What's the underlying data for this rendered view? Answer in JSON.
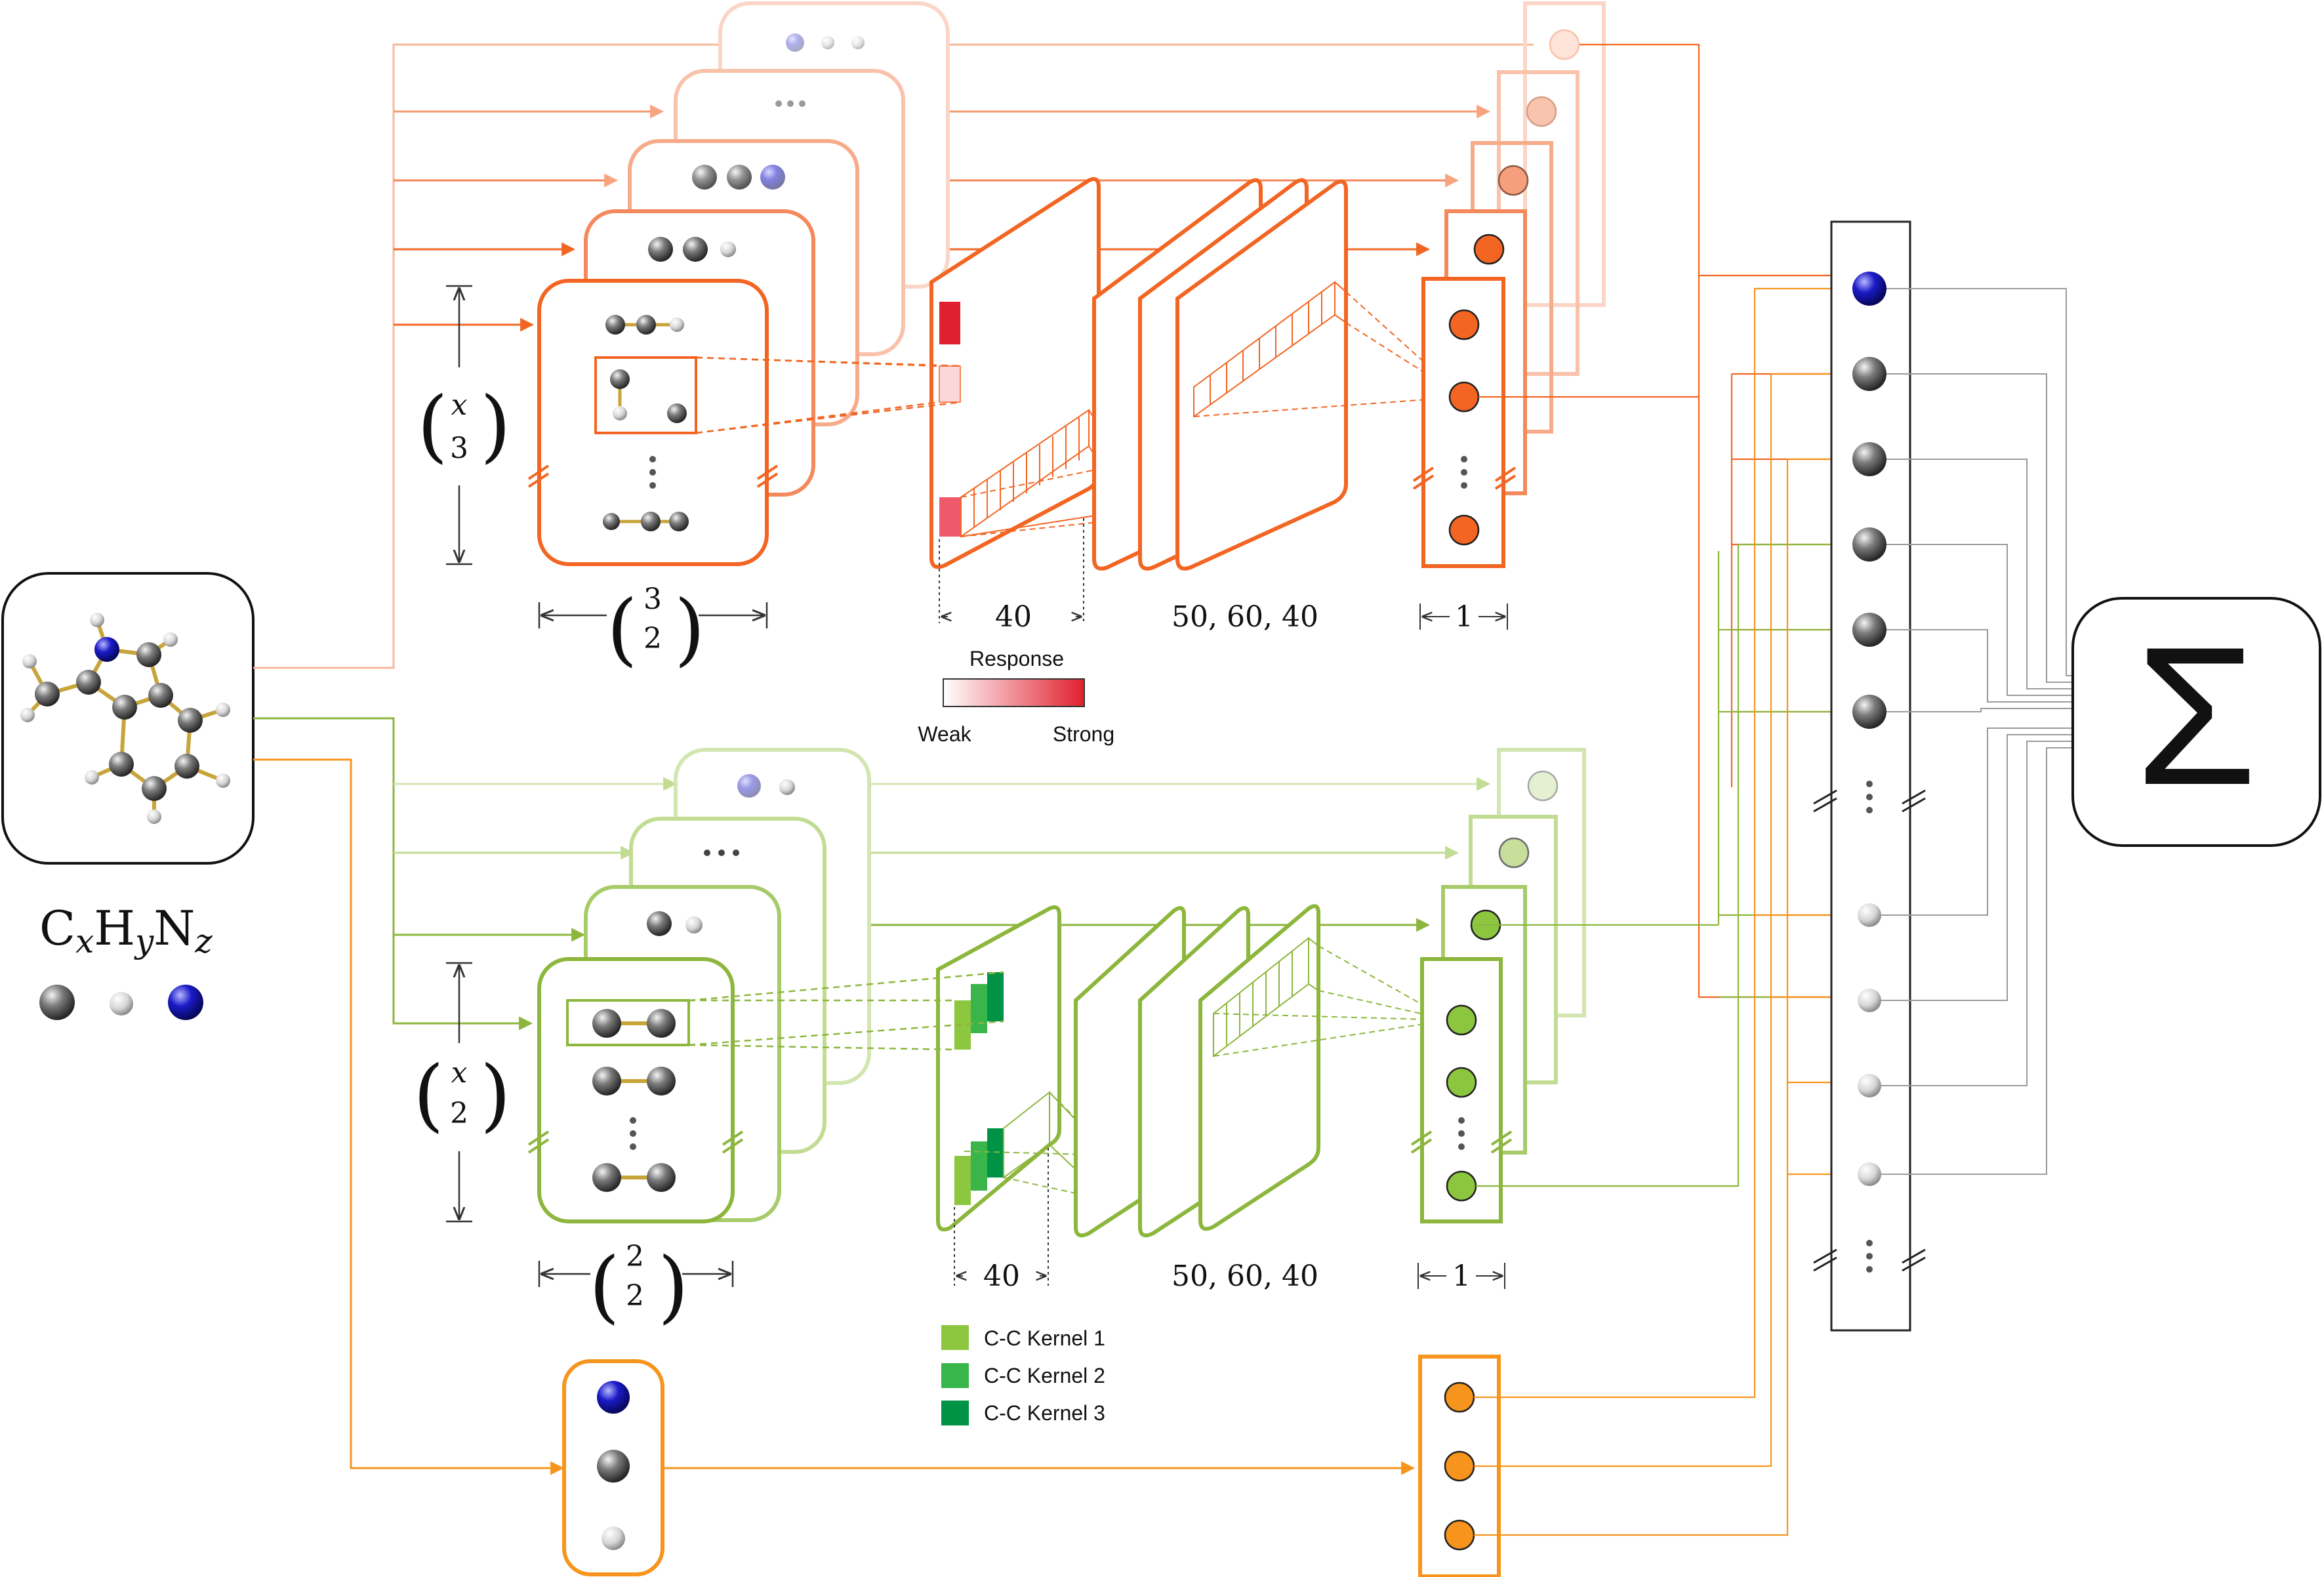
{
  "molecule": {
    "formula": {
      "c": "C",
      "x": "x",
      "h": "H",
      "y": "y",
      "n": "N",
      "z": "z"
    },
    "atoms_legend": [
      "carbon",
      "hydrogen",
      "nitrogen"
    ]
  },
  "triplet_branch": {
    "multiplier": {
      "var": "x",
      "num": "3"
    },
    "atoms_per_group": {
      "top": "3",
      "bottom": "2"
    },
    "kernel_width": "40",
    "layer_sizes": "50, 60, 40",
    "output_width": "1"
  },
  "pair_branch": {
    "multiplier": {
      "var": "x",
      "num": "2"
    },
    "atoms_per_group": {
      "top": "2",
      "bottom": "2"
    },
    "kernel_width": "40",
    "layer_sizes": "50, 60, 40",
    "output_width": "1"
  },
  "response_legend": {
    "title": "Response",
    "low": "Weak",
    "high": "Strong"
  },
  "kernel_legend": [
    {
      "label": "C-C Kernel 1",
      "color": "#8dc63f"
    },
    {
      "label": "C-C Kernel 2",
      "color": "#39b54a"
    },
    {
      "label": "C-C Kernel 3",
      "color": "#009245"
    }
  ],
  "sum_symbol": "Σ",
  "colors": {
    "triplet": "#f26522",
    "pair": "#8cb63c",
    "single": "#f7941d",
    "nitrogen": "#1a1aa8",
    "carbon": "#505050",
    "hydrogen": "#d8d8d8",
    "strong": "#e0202e"
  }
}
